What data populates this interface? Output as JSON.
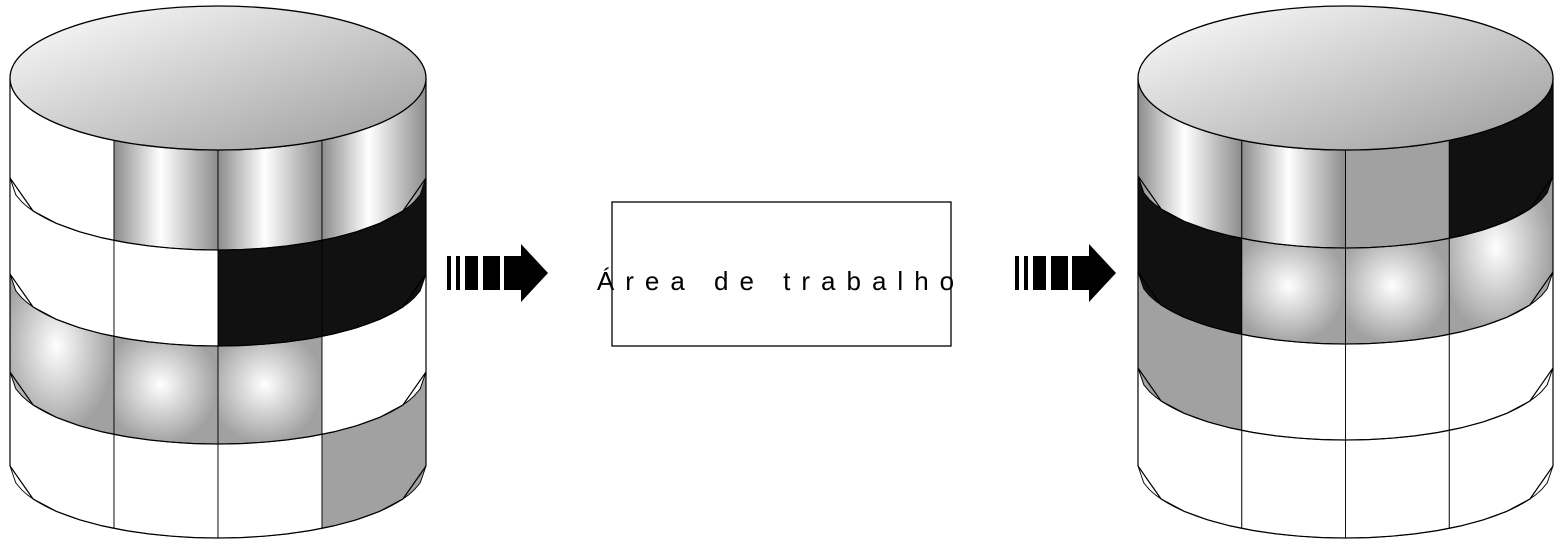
{
  "workspace_box": {
    "label": "Área de trabalho"
  },
  "colors": {
    "black": "#111111",
    "gray": "#a1a1a1",
    "white": "#ffffff",
    "stroke": "#000000"
  },
  "cylinders": [
    {
      "id": "source",
      "bands": [
        [
          "white",
          "metal",
          "metal",
          "metal"
        ],
        [
          "white",
          "white",
          "black",
          "black"
        ],
        [
          "sphere",
          "sphere",
          "sphere",
          "white"
        ],
        [
          "white",
          "white",
          "white",
          "gray"
        ]
      ]
    },
    {
      "id": "result",
      "bands": [
        [
          "metal",
          "metal",
          "gray",
          "black"
        ],
        [
          "black",
          "sphere",
          "sphere",
          "sphere"
        ],
        [
          "gray",
          "white",
          "white",
          "white"
        ],
        [
          "white",
          "white",
          "white",
          "white"
        ]
      ]
    }
  ]
}
